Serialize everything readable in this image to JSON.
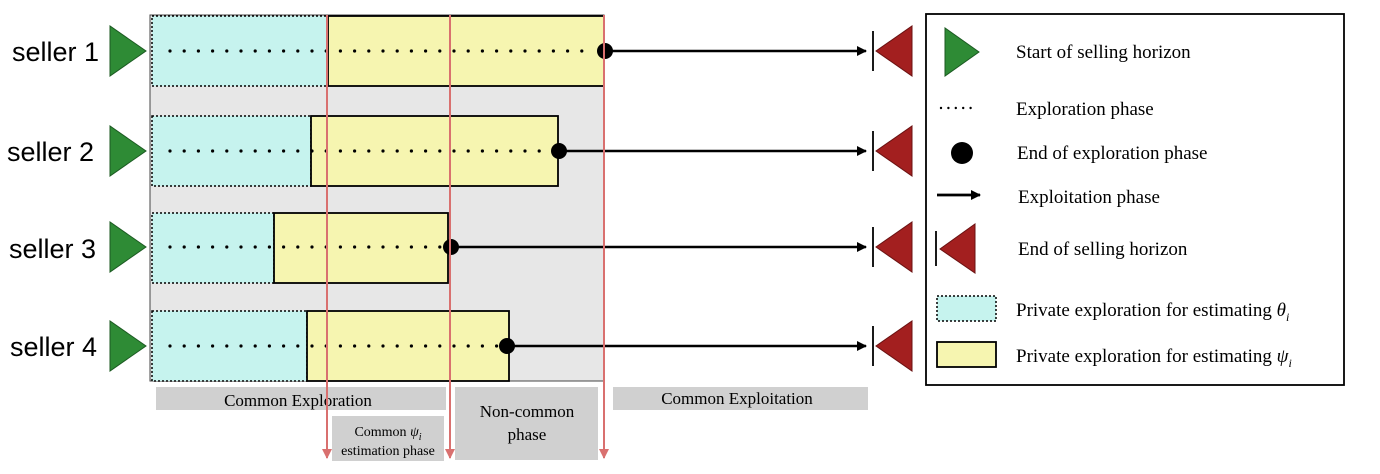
{
  "sellers": [
    {
      "label": "seller 1"
    },
    {
      "label": "seller 2"
    },
    {
      "label": "seller 3"
    },
    {
      "label": "seller 4"
    }
  ],
  "phases": {
    "common_exploration": "Common Exploration",
    "common_exploitation": "Common Exploitation",
    "non_common_line1": "Non-common",
    "non_common_line2": "phase",
    "common_psi_line1": "Common",
    "common_psi_symbol": "ψ",
    "common_psi_sub": "i",
    "common_psi_line2": "estimation phase"
  },
  "legend": {
    "start": "Start of selling horizon",
    "exploration": "Exploration phase",
    "end_exploration": "End of exploration phase",
    "exploitation": "Exploitation phase",
    "end_horizon": "End of selling horizon",
    "private_theta": "Private exploration for estimating",
    "theta_symbol": "θ",
    "theta_sub": "i",
    "private_psi": "Private exploration for estimating",
    "psi_symbol": "ψ",
    "psi_sub": "i"
  },
  "colors": {
    "cyan": "#c6f3ee",
    "yellow": "#f6f5b0",
    "gray_region": "#e7e7e7",
    "label_box": "#d0d0d0",
    "green": "#2e8b35",
    "red": "#a31f1f",
    "guide_line": "#d9706f"
  }
}
